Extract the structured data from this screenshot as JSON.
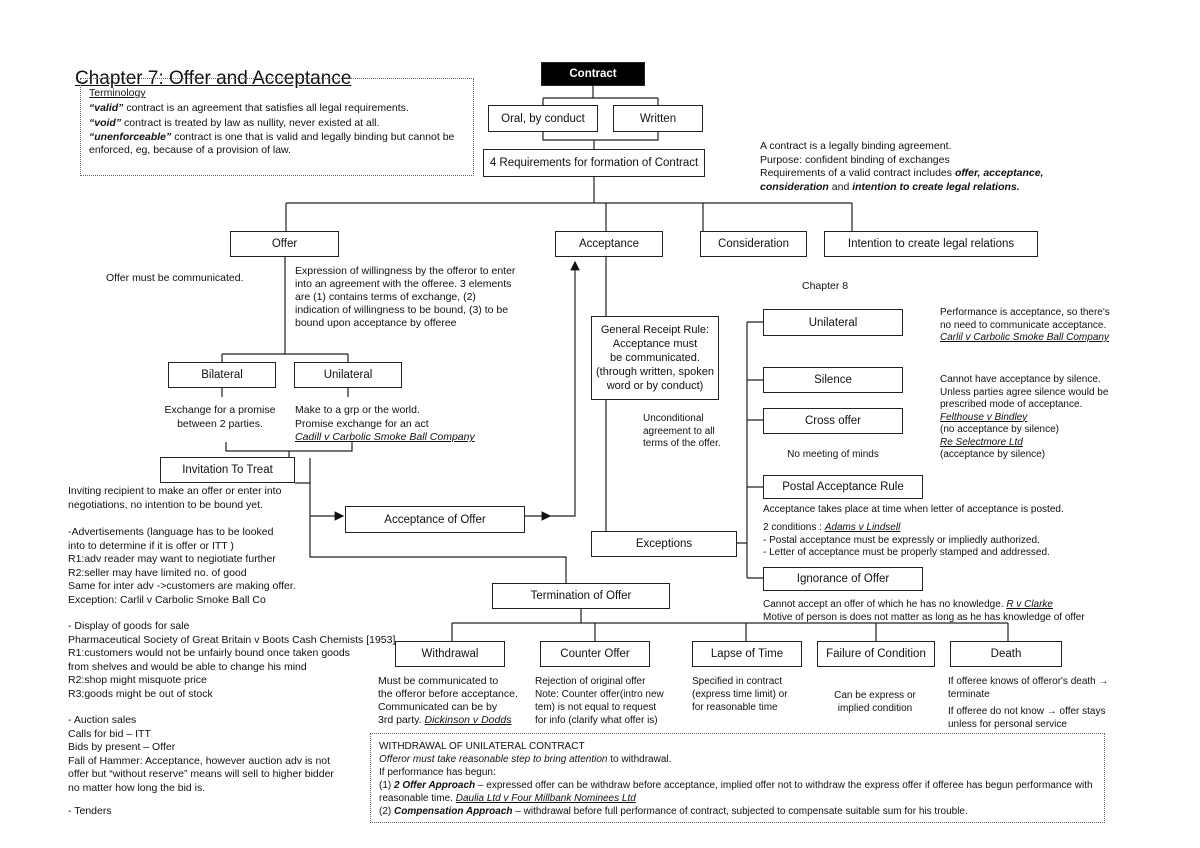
{
  "title": "Chapter 7: Offer and Acceptance",
  "terminology": {
    "heading": "Terminology",
    "valid_term": "“valid”",
    "valid_def": " contract is an agreement that satisfies all legal requirements.",
    "void_term": "“void”",
    "void_def": " contract is treated by law as nullity, never existed at all.",
    "unenforceable_term": "“unenforceable”",
    "unenforceable_def": " contract is one that is valid and legally binding but cannot be enforced, eg, because of a provision of law."
  },
  "top": {
    "contract": "Contract",
    "oral": "Oral, by conduct",
    "written": "Written",
    "requirements": "4 Requirements for formation of Contract",
    "note_line1": "A contract is a legally binding agreement.",
    "note_line2": "Purpose: confident binding of exchanges",
    "note_line3a": "Requirements of a valid contract includes ",
    "note_line3b": "offer, acceptance, consideration",
    "note_line3c": " and ",
    "note_line3d": "intention to create legal relations."
  },
  "requirements": {
    "offer": "Offer",
    "acceptance": "Acceptance",
    "consideration": "Consideration",
    "intention": "Intention to create legal relations",
    "chapter8": "Chapter 8"
  },
  "offer": {
    "must_communicate": "Offer must be communicated.",
    "definition": "Expression of willingness by the offeror to enter\ninto an agreement with the offeree. 3 elements\nare (1) contains terms of exchange, (2)\nindication of willingness to be bound, (3) to be\nbound upon acceptance by offeree",
    "bilateral": "Bilateral",
    "unilateral": "Unilateral",
    "bilateral_desc": "Exchange for a promise\nbetween 2 parties.",
    "unilateral_desc": "Make to a grp or the world.\nPromise exchange for an act",
    "unilateral_case": "Cadill v Carbolic Smoke Ball Company",
    "itt": "Invitation To Treat",
    "acceptance_of_offer": "Acceptance of Offer",
    "termination": "Termination of Offer"
  },
  "itt_notes": {
    "definition": "Inviting recipient to make an offer or enter into\nnegotiations, no intention to be bound yet.",
    "advertisements": "-Advertisements (language has to be looked\ninto to determine if it is offer or ITT )\nR1:adv reader may want to negiotiate further\nR2:seller may have limited no. of good\nSame for inter adv ->customers are making offer.\nException: Carlil v Carbolic Smoke Ball Co",
    "display": "- Display of goods for sale\nPharmaceutical Society of Great Britain v Boots Cash Chemists [1953]\nR1:customers would not be unfairly bound once taken goods\n from shelves and would be able to change his mind\nR2:shop might misquote price\nR3:goods might be out of stock",
    "auction": "- Auction sales\nCalls for bid – ITT\nBids by present – Offer\nFall of Hammer: Acceptance, however auction adv is not\n offer but “without reserve” means will sell to higher bidder\nno matter how long the bid is.",
    "tenders": "- Tenders"
  },
  "acceptance": {
    "general_rule": "General Receipt Rule:\nAcceptance must\nbe communicated.\n(through written, spoken\nword or by conduct)",
    "unconditional": "Unconditional\nagreement to all\nterms of the offer.",
    "exceptions": "Exceptions",
    "unilateral": "Unilateral",
    "unilateral_note": "Performance is acceptance, so there's\nno need to communicate acceptance.",
    "unilateral_case": "Carlil v Carbolic Smoke Ball Company",
    "silence": "Silence",
    "silence_note": "Cannot have acceptance by silence.\nUnless parties agree silence would be\nprescribed mode of acceptance.",
    "silence_case1": "Felthouse v Bindley",
    "silence_case1_note": "(no acceptance by silence)",
    "silence_case2": "Re Selectmore Ltd",
    "silence_case2_note": "(acceptance by silence)",
    "cross_offer": "Cross offer",
    "cross_offer_note": "No meeting of minds",
    "postal": "Postal Acceptance Rule",
    "postal_note": "Acceptance takes place at time when letter of acceptance is posted.",
    "postal_conditions": "2 conditions : ",
    "postal_case": "Adams v Lindsell",
    "postal_cond_list": "- Postal acceptance must be expressly or impliedly authorized.\n- Letter of acceptance must be properly stamped and addressed.",
    "ignorance": "Ignorance of Offer",
    "ignorance_note": "Cannot accept an offer of which he has no knowledge. ",
    "ignorance_case": "R v Clarke",
    "ignorance_note2": "Motive of person is does not matter as long as he has knowledge of offer"
  },
  "termination": {
    "withdrawal": "Withdrawal",
    "withdrawal_note": "Must be communicated to\nthe offeror before acceptance.\nCommunicated can be by\n3rd party. ",
    "withdrawal_case": "Dickinson v Dodds",
    "counter": "Counter Offer",
    "counter_note": "Rejection of original offer\nNote: Counter offer(intro new\ntem) is not equal to request\nfor info (clarify what offer is)",
    "lapse": "Lapse of Time",
    "lapse_note": "Specified in contract\n(express time limit) or\nfor reasonable time",
    "failure": "Failure of Condition",
    "failure_note": "Can be express or\nimplied condition",
    "death": "Death",
    "death_note1": "If offeree knows of offeror's death →\nterminate",
    "death_note2": "If offeree do not know → offer stays\nunless for personal service"
  },
  "withdrawal_unilateral": {
    "heading": "WITHDRAWAL OF UNILATERAL CONTRACT",
    "rule": "Offeror must take reasonable step to bring attention",
    "rule_end": " to withdrawal.",
    "begun": "If performance has begun:",
    "a1_num": "(1) ",
    "a1_name": "2 Offer Approach",
    "a1_text": " – expressed offer can be withdraw before acceptance, implied offer not to withdraw the express offer if offeree has begun performance with reasonable time. ",
    "a1_case": "Daulia Ltd v Four Millbank Nominees Ltd",
    "a2_num": "(2) ",
    "a2_name": "Compensation Approach",
    "a2_text": " – withdrawal before full performance of contract, subjected to compensate suitable sum for his trouble."
  }
}
